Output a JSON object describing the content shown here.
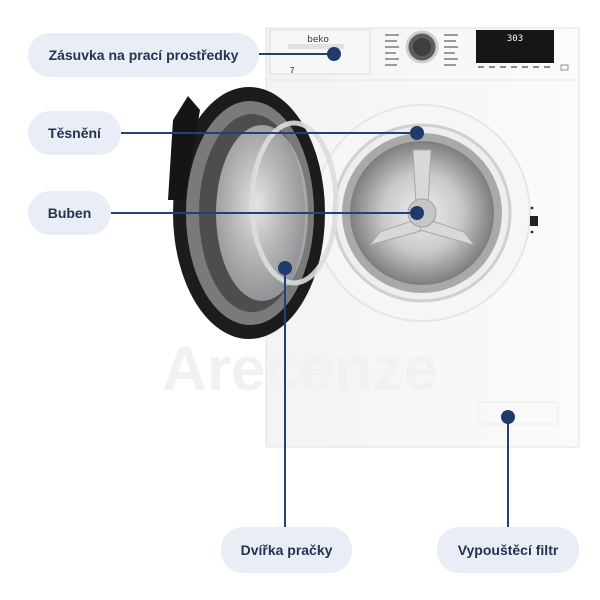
{
  "machine": {
    "brand": "beko",
    "display_text": "303",
    "capacity_badge": "7",
    "watermark": "Arecenze"
  },
  "callouts": [
    {
      "id": "detergent-drawer",
      "label": "Zásuvka na prací prostředky"
    },
    {
      "id": "seal",
      "label": "Těsnění"
    },
    {
      "id": "drum",
      "label": "Buben"
    },
    {
      "id": "door",
      "label": "Dvířka pračky"
    },
    {
      "id": "drain-filter",
      "label": "Vypouštěcí filtr"
    }
  ],
  "colors": {
    "pill_background": "#e9eef6",
    "pill_text": "#22344f",
    "leader_line": "#25426e",
    "marker_dot": "#1f3b6b"
  }
}
